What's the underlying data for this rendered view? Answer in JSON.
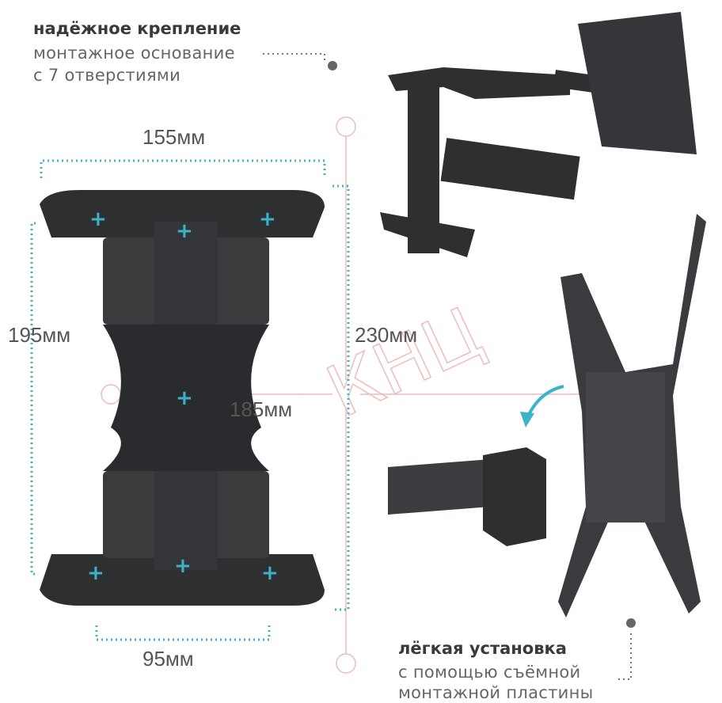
{
  "top_caption": {
    "title": "надёжное крепление",
    "line1": "монтажное основание",
    "line2": "с 7 отверстиями"
  },
  "bottom_caption": {
    "title": "лёгкая установка",
    "line1": "с помощью съёмной",
    "line2": "монтажной пластины"
  },
  "dimensions": {
    "width_top": "155мм",
    "height_left": "195мм",
    "height_right": "230мм",
    "inner_height": "185мм",
    "width_bottom": "95мм"
  },
  "watermark": "КНЦ",
  "colors": {
    "accent": "#3bb3c9",
    "text": "#555555",
    "product": "#2e2f31"
  }
}
